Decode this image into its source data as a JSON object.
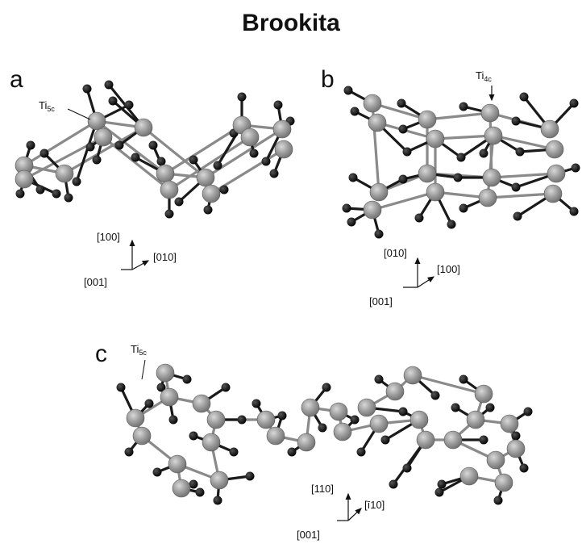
{
  "title": "Brookita",
  "panels": [
    {
      "letter": "a",
      "site_label": {
        "main": "Ti",
        "sub": "5c"
      },
      "axes": [
        {
          "label": "[100]"
        },
        {
          "label": "[010]"
        },
        {
          "label": "[001]"
        }
      ]
    },
    {
      "letter": "b",
      "site_label": {
        "main": "Ti",
        "sub": "4c"
      },
      "axes": [
        {
          "label": "[010]"
        },
        {
          "label": "[100]"
        },
        {
          "label": "[001]"
        }
      ]
    },
    {
      "letter": "c",
      "site_label": {
        "main": "Ti",
        "sub": "5c"
      },
      "axes": [
        {
          "label": "[110]"
        },
        {
          "label": "[ī10]"
        },
        {
          "label": "[001]"
        }
      ]
    }
  ],
  "colors": {
    "ti_atom": "#9a9a9a",
    "o_atom": "#111111",
    "bond_dark": "#1a1a1a",
    "bond_light": "#8a8a8a"
  }
}
